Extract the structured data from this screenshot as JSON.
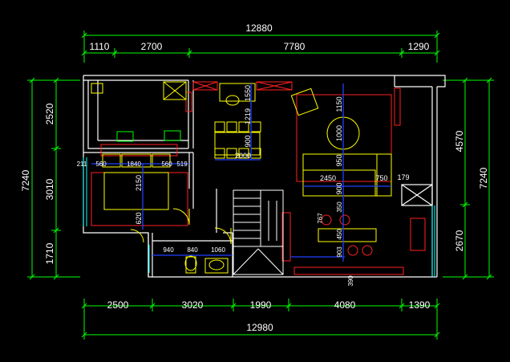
{
  "drawing": {
    "top_overall": "12880",
    "top_segments": [
      "1110",
      "2700",
      "7780",
      "1290"
    ],
    "bottom_overall": "12980",
    "bottom_segments": [
      "2500",
      "3020",
      "1990",
      "4080",
      "1390"
    ],
    "left_overall": "7240",
    "left_segments": [
      "2520",
      "3010",
      "1710"
    ],
    "right_overall": "7240",
    "right_segments": [
      "4570",
      "2670"
    ],
    "interior_labels": [
      "1550",
      "1219",
      "900",
      "2000",
      "1150",
      "1000",
      "950",
      "2450",
      "750",
      "179",
      "900",
      "767",
      "350",
      "450",
      "903",
      "390",
      "2150",
      "620",
      "560",
      "1840",
      "560",
      "519",
      "211",
      "940",
      "840",
      "1060"
    ],
    "colors": {
      "background": "#000000",
      "wall": "#ffffff",
      "dimension": "#00ff00",
      "furniture": "#ffff00",
      "accent_red": "#ff2020",
      "accent_blue": "#2040ff",
      "cyan": "#00ffff"
    }
  }
}
